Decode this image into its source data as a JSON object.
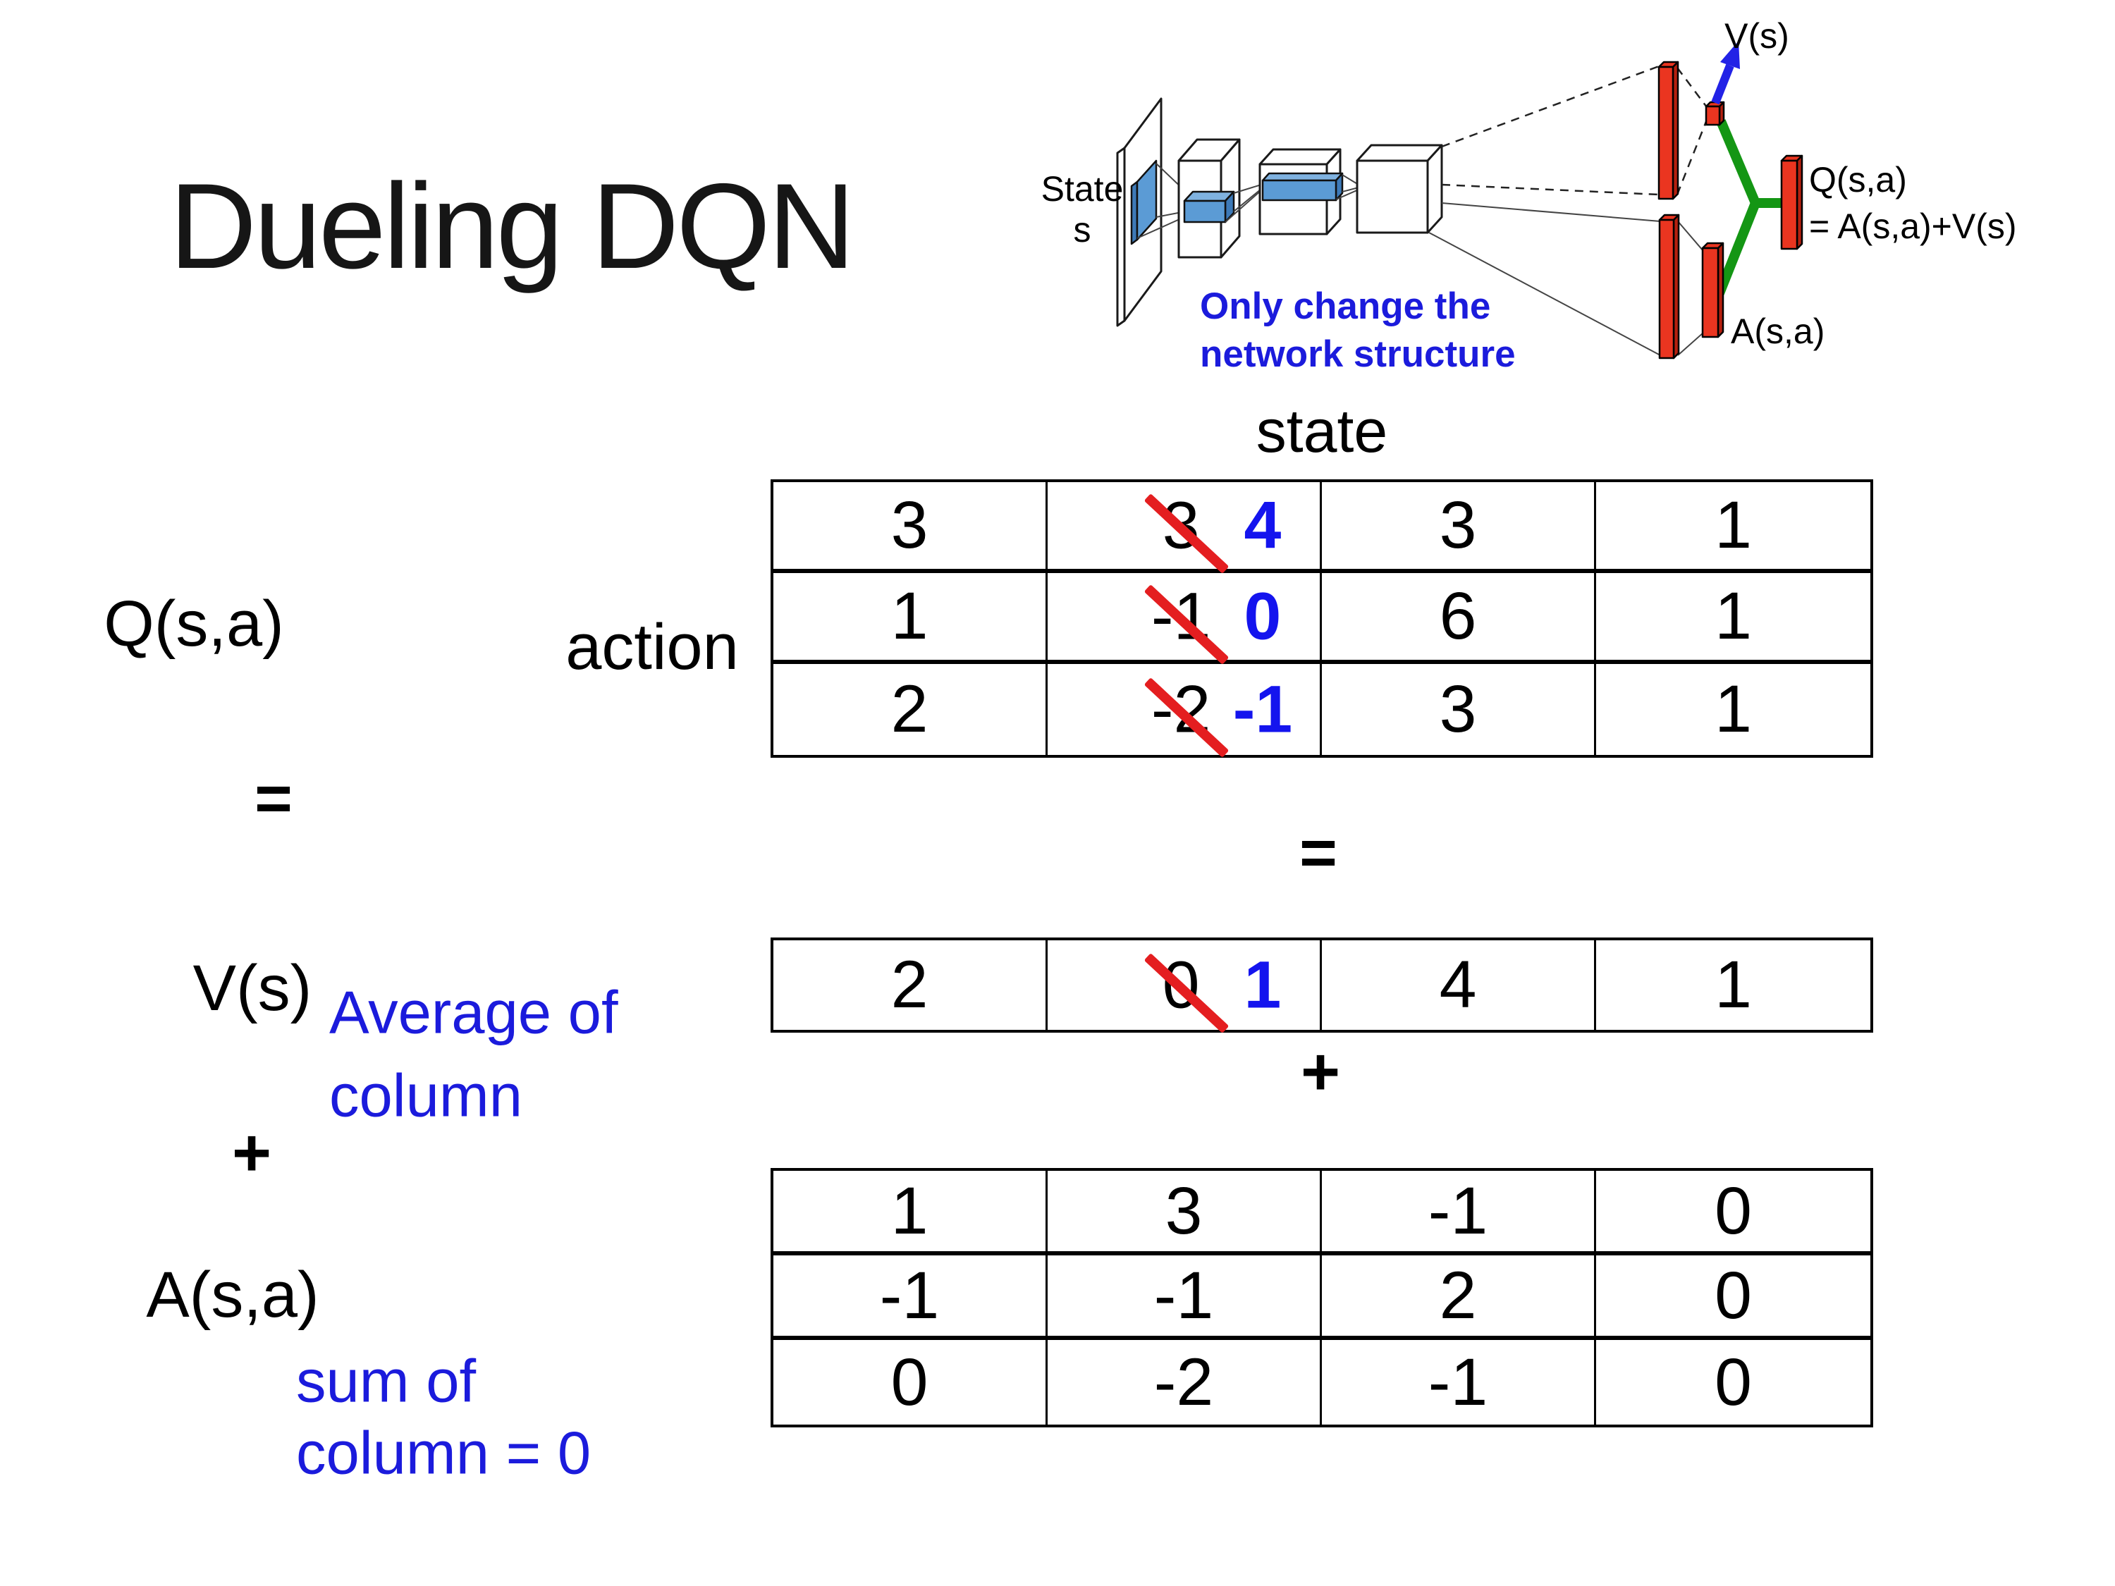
{
  "title": "Dueling DQN",
  "colors": {
    "text": "#000000",
    "annotation-blue": "#1b1bdc",
    "replace-blue": "#1414ee",
    "slash-red": "#e41e20",
    "bar-red": "#ea3520",
    "bar-red-dark": "#b5200f",
    "link-green": "#149614",
    "arrow-blue": "#2222e6",
    "box-blue": "#5b9bd5",
    "box-blue-dark": "#3d7ab8"
  },
  "diagram": {
    "state_line1": "State",
    "state_line2": "s",
    "note_line1": "Only change the",
    "note_line2": "network structure",
    "v_out_label": "V(s)",
    "q_out_label_line1": "Q(s,a)",
    "q_out_label_line2": "= A(s,a)+V(s)",
    "a_out_label": "A(s,a)"
  },
  "labels": {
    "state_header": "state",
    "q_matrix": "Q(s,a)",
    "action": "action",
    "equals": "=",
    "plus": "+",
    "v_matrix": "V(s)",
    "v_note_line1": "Average of",
    "v_note_line2": "column",
    "a_matrix": "A(s,a)",
    "a_note_line1": "sum of",
    "a_note_line2": "column = 0"
  },
  "q_table": {
    "rows": [
      [
        "3",
        {
          "old": "3",
          "new": "4"
        },
        "3",
        "1"
      ],
      [
        "1",
        {
          "old": "-1",
          "new": "0"
        },
        "6",
        "1"
      ],
      [
        "2",
        {
          "old": "-2",
          "new": "-1"
        },
        "3",
        "1"
      ]
    ]
  },
  "v_table": {
    "rows": [
      [
        "2",
        {
          "old": "0",
          "new": "1"
        },
        "4",
        "1"
      ]
    ]
  },
  "a_table": {
    "rows": [
      [
        "1",
        "3",
        "-1",
        "0"
      ],
      [
        "-1",
        "-1",
        "2",
        "0"
      ],
      [
        "0",
        "-2",
        "-1",
        "0"
      ]
    ]
  }
}
